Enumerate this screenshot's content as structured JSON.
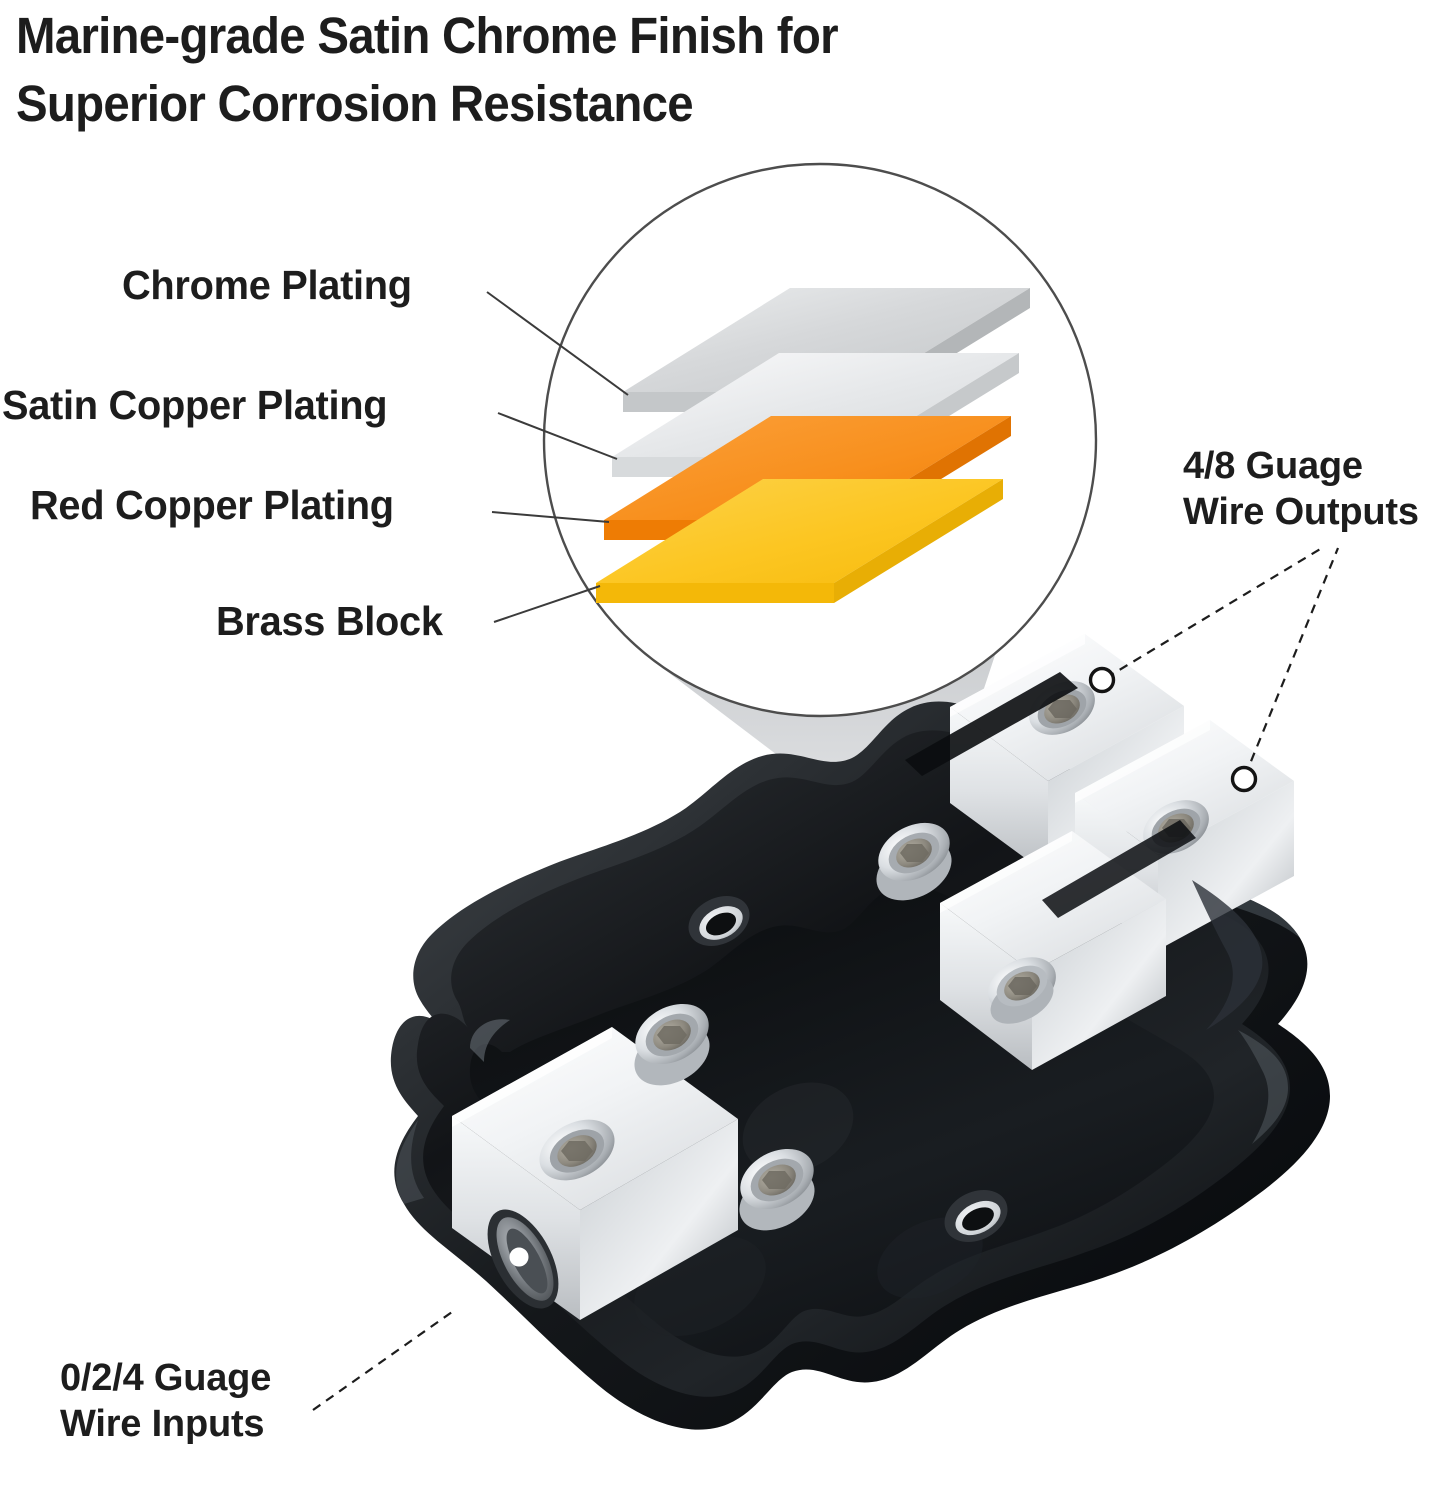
{
  "title": {
    "line1": "Marine-grade Satin Chrome Finish for",
    "line2": "Superior Corrosion Resistance",
    "color": "#1d1d1d"
  },
  "layer_labels": [
    {
      "id": "chrome-plating",
      "text": "Chrome Plating"
    },
    {
      "id": "satin-copper-plating",
      "text": "Satin Copper Plating"
    },
    {
      "id": "red-copper-plating",
      "text": "Red Copper Plating"
    },
    {
      "id": "brass-block",
      "text": "Brass Block"
    }
  ],
  "callouts": {
    "outputs": {
      "line1": "4/8 Guage",
      "line2": "Wire Outputs"
    },
    "inputs": {
      "line1": "0/2/4 Guage",
      "line2": "Wire Inputs"
    }
  },
  "exploded_view": {
    "shape": "circle-magnifier",
    "layers": [
      {
        "name": "chrome-plating",
        "color": "#d2d4d6",
        "edge": "#b9bcbe"
      },
      {
        "name": "satin-copper-plating",
        "color": "#e2e4e6",
        "edge": "#cbcdcf"
      },
      {
        "name": "red-copper-plating",
        "color": "#f8901e",
        "edge": "#ef7a02"
      },
      {
        "name": "brass-block",
        "color": "#fcc622",
        "edge": "#f2b305"
      }
    ],
    "outline_color": "#4d4d4d",
    "funnel_color": "#c9ccce"
  },
  "product": {
    "name": "power-distribution-block",
    "housing_color": "#181a1c",
    "terminal_color": "#e8eaec",
    "screw_color": "#c9ccd0",
    "terminals": [
      {
        "id": "output-block-upper",
        "screws": 2
      },
      {
        "id": "output-block-lower",
        "screws": 2
      },
      {
        "id": "input-block",
        "screws": 3
      }
    ],
    "mounting_holes": 2,
    "marker_dots": 3
  }
}
